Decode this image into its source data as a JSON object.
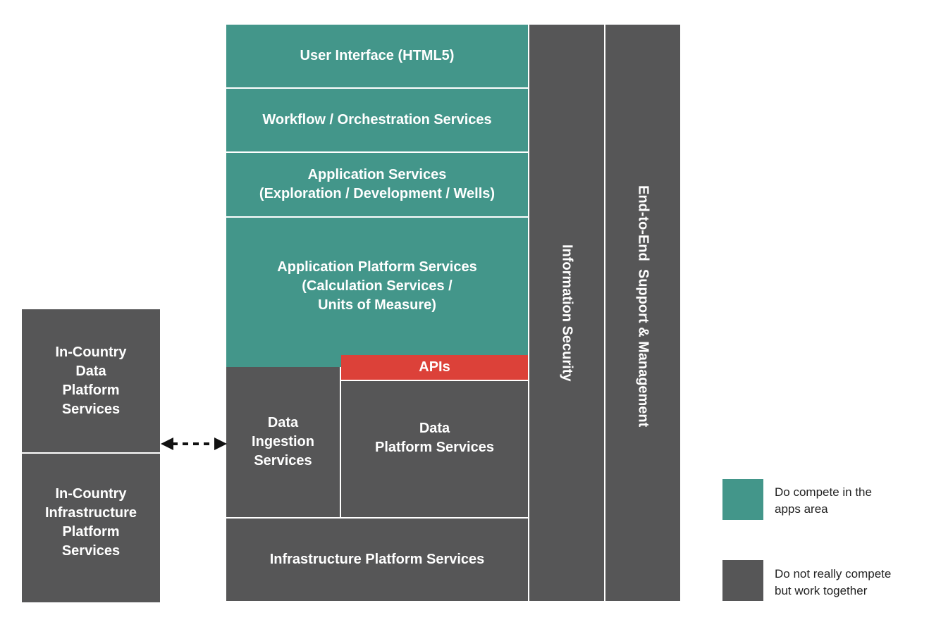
{
  "blocks": {
    "user_interface": "User Interface (HTML5)",
    "workflow": "Workflow / Orchestration Services",
    "application_services": "Application Services\n(Exploration / Development / Wells)",
    "application_platform": "Application Platform Services\n(Calculation Services /\nUnits of Measure)",
    "apis": "APIs",
    "data_ingestion": "Data\nIngestion\nServices",
    "data_platform": "Data\nPlatform Services",
    "infrastructure_platform": "Infrastructure Platform Services",
    "information_security": "Information Security",
    "end_to_end": "End-to-End  Support & Management",
    "in_country_data": "In-Country\nData\nPlatform\nServices",
    "in_country_infra": "In-Country\nInfrastructure\nPlatform\nServices"
  },
  "legend": [
    {
      "color": "#43968a",
      "label": "Do compete in the\napps area"
    },
    {
      "color": "#565657",
      "label": "Do not really compete\nbut work together"
    }
  ],
  "colors": {
    "teal": "#43968a",
    "gray": "#565657",
    "red": "#dc4139"
  }
}
